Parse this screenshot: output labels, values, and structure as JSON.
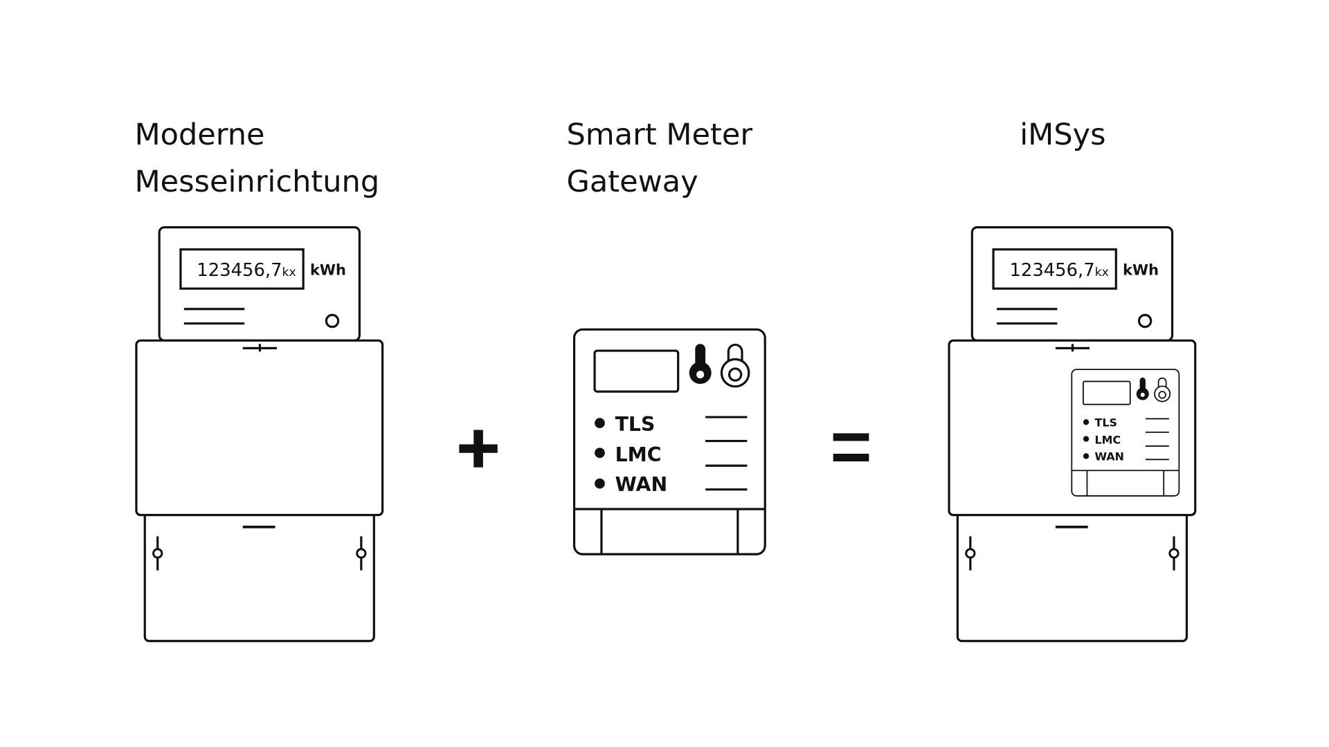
{
  "titles": {
    "meter": [
      "Moderne",
      "Messeinrichtung"
    ],
    "gateway": [
      "Smart Meter",
      "Gateway"
    ],
    "result": [
      "iMSys"
    ]
  },
  "operators": {
    "plus": "+",
    "equals": "="
  },
  "meter": {
    "reading": "123456,7",
    "reading_suffix": "kx",
    "unit": "kWh"
  },
  "gateway": {
    "indicators": [
      "TLS",
      "LMC",
      "WAN"
    ]
  }
}
